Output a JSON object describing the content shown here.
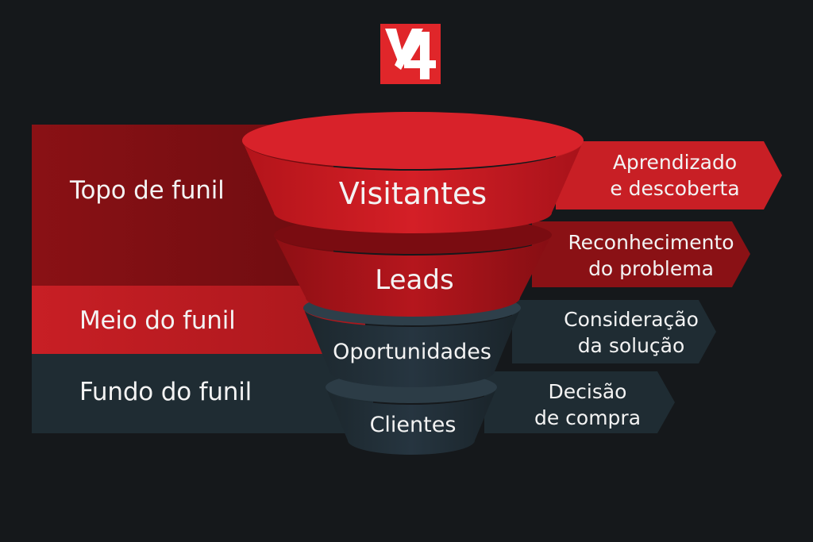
{
  "logo": {
    "text": "V4",
    "color": "#e0262a"
  },
  "stages": [
    {
      "label": "Topo de funil",
      "color": "#7d0f13"
    },
    {
      "label": "Meio do funil",
      "color": "#c81f25"
    },
    {
      "label": "Fundo do funil",
      "color": "#1f2c33"
    }
  ],
  "funnel": [
    {
      "label": "Visitantes",
      "color": "#c5171e"
    },
    {
      "label": "Leads",
      "color": "#a5131a"
    },
    {
      "label": "Oportunidades",
      "color": "#1f2c33"
    },
    {
      "label": "Clientes",
      "color": "#1b252b"
    }
  ],
  "tags": [
    {
      "line1": "Aprendizado",
      "line2": "e descoberta",
      "color": "#c81f25"
    },
    {
      "line1": "Reconhecimento",
      "line2": "do problema",
      "color": "#8a1115"
    },
    {
      "line1": "Consideração",
      "line2": "da solução",
      "color": "#1f2c33"
    },
    {
      "line1": "Decisão",
      "line2": "de compra",
      "color": "#1f2c33"
    }
  ]
}
